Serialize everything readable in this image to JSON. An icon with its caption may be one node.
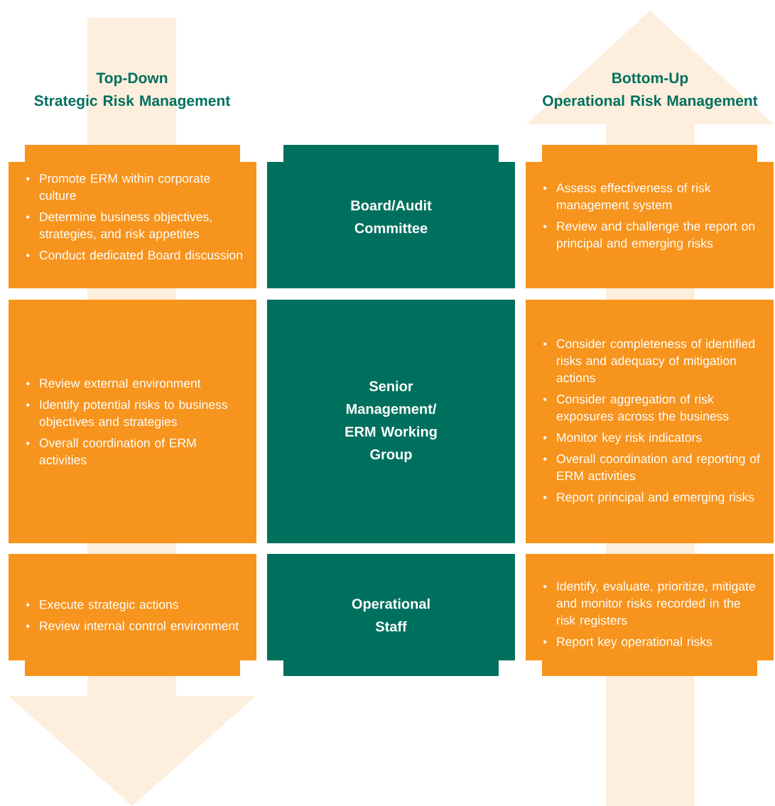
{
  "diagram": {
    "nodes": [
      {
        "text": [
          "Promote ERM within corporate culture",
          "Determine business objectives, strategies, and risk appetites",
          "Conduct dedicated Board discussion"
        ]
      },
      {
        "text": [
          "Board/Audit Committee"
        ]
      },
      {
        "text": [
          "Assess effectiveness of risk management system",
          "Review and challenge the report on principal and emerging risks"
        ]
      },
      {
        "text": [
          "Review external environment",
          "Identify potential risks to business objectives and strategies",
          "Overall coordination of ERM activities"
        ]
      },
      {
        "text": [
          "Senior Management/ ERM Working Group"
        ]
      },
      {
        "text": [
          "Consider completeness of identified risks and adequacy of mitigation actions",
          "Consider aggregation of risk exposures across the business",
          "Monitor key risk indicators",
          "Overall coordination and reporting of ERM activities",
          "Report principal and emerging risks"
        ]
      },
      {
        "text": [
          "Execute strategic actions",
          "Review internal control environment"
        ]
      },
      {
        "text": [
          "Operational Staff"
        ]
      },
      {
        "text": [
          "Identify, evaluate, prioritize, mitigate and monitor risks recorded in the risk registers",
          "Report key operational risks"
        ]
      }
    ],
    "labels": [
      "Top-Down Strategic Risk Management",
      "Bottom-Up Operational Risk Management"
    ]
  }
}
